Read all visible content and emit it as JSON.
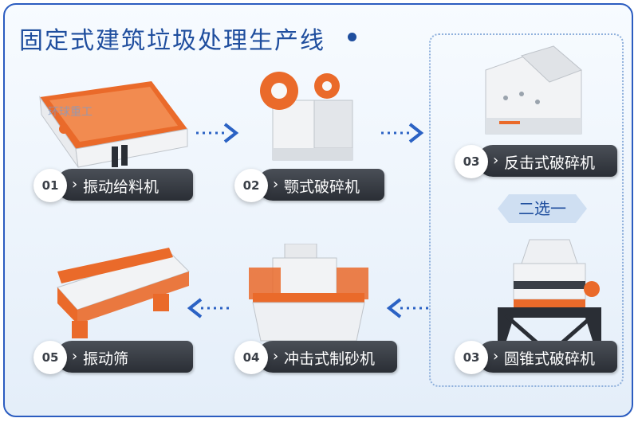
{
  "title": "固定式建筑垃圾处理生产线",
  "watermark": "环球重工",
  "option_label": "二选一",
  "colors": {
    "accent": "#1f4e9e",
    "machine_orange": "#ea6a2a",
    "label_dark": "#2f343b",
    "arrow_blue": "#2b62c4"
  },
  "steps": [
    {
      "num": "01",
      "label": "振动给料机"
    },
    {
      "num": "02",
      "label": "颚式破碎机"
    },
    {
      "num": "03",
      "label": "反击式破碎机"
    },
    {
      "num": "03",
      "label": "圆锥式破碎机"
    },
    {
      "num": "04",
      "label": "冲击式制砂机"
    },
    {
      "num": "05",
      "label": "振动筛"
    }
  ]
}
